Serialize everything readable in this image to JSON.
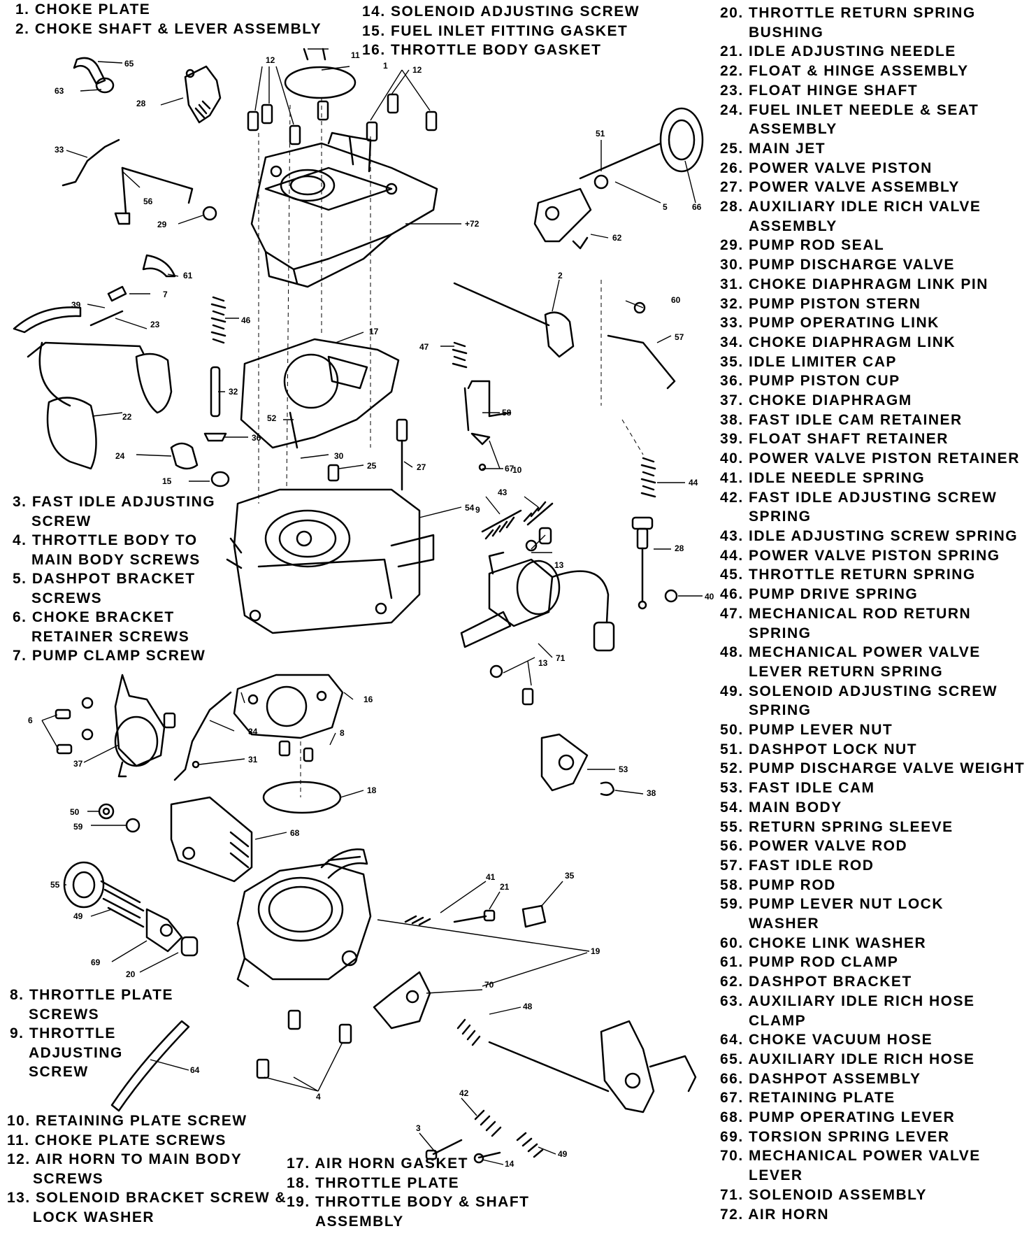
{
  "title_left_top": [
    {
      "num": "1.",
      "text": "CHOKE PLATE"
    },
    {
      "num": "2.",
      "text": "CHOKE SHAFT & LEVER ASSEMBLY"
    }
  ],
  "title_center_top": [
    {
      "num": "14.",
      "text": "SOLENOID ADJUSTING SCREW"
    },
    {
      "num": "15.",
      "text": "FUEL INLET FITTING GASKET"
    },
    {
      "num": "16.",
      "text": "THROTTLE BODY GASKET"
    }
  ],
  "left_mid": [
    {
      "num": "3.",
      "lines": [
        "FAST IDLE ADJUSTING",
        "SCREW"
      ]
    },
    {
      "num": "4.",
      "lines": [
        "THROTTLE BODY TO",
        "MAIN  BODY SCREWS"
      ]
    },
    {
      "num": "5.",
      "lines": [
        "DASHPOT BRACKET",
        "SCREWS"
      ]
    },
    {
      "num": "6.",
      "lines": [
        "CHOKE BRACKET",
        "RETAINER SCREWS"
      ]
    },
    {
      "num": "7.",
      "lines": [
        "PUMP CLAMP SCREW"
      ]
    }
  ],
  "left_low": [
    {
      "num": "8.",
      "lines": [
        "THROTTLE PLATE",
        "SCREWS"
      ]
    },
    {
      "num": "9.",
      "lines": [
        "THROTTLE",
        "ADJUSTING",
        "SCREW"
      ]
    }
  ],
  "left_bottom": [
    {
      "num": "10.",
      "lines": [
        "RETAINING PLATE SCREW"
      ]
    },
    {
      "num": "11.",
      "lines": [
        "CHOKE PLATE SCREWS"
      ]
    },
    {
      "num": "12.",
      "lines": [
        "AIR HORN TO MAIN BODY",
        "SCREWS"
      ]
    },
    {
      "num": "13.",
      "lines": [
        "SOLENOID BRACKET SCREW &",
        "LOCK WASHER"
      ]
    }
  ],
  "center_bottom": [
    {
      "num": "17.",
      "lines": [
        "AIR HORN GASKET"
      ]
    },
    {
      "num": "18.",
      "lines": [
        "THROTTLE PLATE"
      ]
    },
    {
      "num": "19.",
      "lines": [
        "THROTTLE BODY & SHAFT",
        "ASSEMBLY"
      ]
    }
  ],
  "right_column": [
    {
      "num": "20.",
      "lines": [
        "THROTTLE RETURN SPRING",
        "BUSHING"
      ]
    },
    {
      "num": "21.",
      "lines": [
        "IDLE ADJUSTING NEEDLE"
      ]
    },
    {
      "num": "22.",
      "lines": [
        "FLOAT & HINGE ASSEMBLY"
      ]
    },
    {
      "num": "23.",
      "lines": [
        "FLOAT HINGE SHAFT"
      ]
    },
    {
      "num": "24.",
      "lines": [
        "FUEL INLET NEEDLE & SEAT",
        "ASSEMBLY"
      ]
    },
    {
      "num": "25.",
      "lines": [
        "MAIN JET"
      ]
    },
    {
      "num": "26.",
      "lines": [
        "POWER VALVE PISTON"
      ]
    },
    {
      "num": "27.",
      "lines": [
        "POWER VALVE ASSEMBLY"
      ]
    },
    {
      "num": "28.",
      "lines": [
        "AUXILIARY IDLE RICH VALVE",
        "ASSEMBLY"
      ]
    },
    {
      "num": "29.",
      "lines": [
        "PUMP ROD SEAL"
      ]
    },
    {
      "num": "30.",
      "lines": [
        "PUMP DISCHARGE VALVE"
      ]
    },
    {
      "num": "31.",
      "lines": [
        "CHOKE DIAPHRAGM LINK PIN"
      ]
    },
    {
      "num": "32.",
      "lines": [
        "PUMP PISTON STERN"
      ]
    },
    {
      "num": "33.",
      "lines": [
        "PUMP OPERATING LINK"
      ]
    },
    {
      "num": "34.",
      "lines": [
        "CHOKE DIAPHRAGM LINK"
      ]
    },
    {
      "num": "35.",
      "lines": [
        "IDLE LIMITER CAP"
      ]
    },
    {
      "num": "36.",
      "lines": [
        "PUMP PISTON CUP"
      ]
    },
    {
      "num": "37.",
      "lines": [
        "CHOKE DIAPHRAGM"
      ]
    },
    {
      "num": "38.",
      "lines": [
        "FAST IDLE CAM RETAINER"
      ]
    },
    {
      "num": "39.",
      "lines": [
        "FLOAT SHAFT RETAINER"
      ]
    },
    {
      "num": "40.",
      "lines": [
        "POWER VALVE PISTON RETAINER"
      ]
    },
    {
      "num": "41.",
      "lines": [
        "IDLE NEEDLE SPRING"
      ]
    },
    {
      "num": "42.",
      "lines": [
        "FAST IDLE ADJUSTING SCREW",
        "SPRING"
      ]
    },
    {
      "num": "43.",
      "lines": [
        "IDLE ADJUSTING SCREW SPRING"
      ]
    },
    {
      "num": "44.",
      "lines": [
        "POWER VALVE PISTON SPRING"
      ]
    },
    {
      "num": "45.",
      "lines": [
        "THROTTLE RETURN SPRING"
      ]
    },
    {
      "num": "46.",
      "lines": [
        "PUMP DRIVE SPRING"
      ]
    },
    {
      "num": "47.",
      "lines": [
        "MECHANICAL ROD RETURN",
        "SPRING"
      ]
    },
    {
      "num": "48.",
      "lines": [
        "MECHANICAL POWER VALVE",
        "LEVER RETURN SPRING"
      ]
    },
    {
      "num": "49.",
      "lines": [
        "SOLENOID ADJUSTING SCREW",
        "SPRING"
      ]
    },
    {
      "num": "50.",
      "lines": [
        "PUMP LEVER NUT"
      ]
    },
    {
      "num": "51.",
      "lines": [
        "DASHPOT LOCK NUT"
      ]
    },
    {
      "num": "52.",
      "lines": [
        "PUMP DISCHARGE VALVE WEIGHT"
      ]
    },
    {
      "num": "53.",
      "lines": [
        "FAST IDLE CAM"
      ]
    },
    {
      "num": "54.",
      "lines": [
        "MAIN BODY"
      ]
    },
    {
      "num": "55.",
      "lines": [
        "RETURN SPRING SLEEVE"
      ]
    },
    {
      "num": "56.",
      "lines": [
        "POWER VALVE ROD"
      ]
    },
    {
      "num": "57.",
      "lines": [
        "FAST IDLE ROD"
      ]
    },
    {
      "num": "58.",
      "lines": [
        "PUMP ROD"
      ]
    },
    {
      "num": "59.",
      "lines": [
        "PUMP LEVER NUT LOCK",
        "WASHER"
      ]
    },
    {
      "num": "60.",
      "lines": [
        "CHOKE LINK WASHER"
      ]
    },
    {
      "num": "61.",
      "lines": [
        "PUMP ROD CLAMP"
      ]
    },
    {
      "num": "62.",
      "lines": [
        "DASHPOT BRACKET"
      ]
    },
    {
      "num": "63.",
      "lines": [
        "AUXILIARY IDLE RICH HOSE",
        "CLAMP"
      ]
    },
    {
      "num": "64.",
      "lines": [
        "CHOKE VACUUM HOSE"
      ]
    },
    {
      "num": "65.",
      "lines": [
        "AUXILIARY IDLE RICH HOSE"
      ]
    },
    {
      "num": "66.",
      "lines": [
        "DASHPOT ASSEMBLY"
      ]
    },
    {
      "num": "67.",
      "lines": [
        "RETAINING PLATE"
      ]
    },
    {
      "num": "68.",
      "lines": [
        "PUMP OPERATING LEVER"
      ]
    },
    {
      "num": "69.",
      "lines": [
        "TORSION SPRING LEVER"
      ]
    },
    {
      "num": "70.",
      "lines": [
        "MECHANICAL POWER VALVE",
        "LEVER"
      ]
    },
    {
      "num": "71.",
      "lines": [
        "SOLENOID ASSEMBLY"
      ]
    },
    {
      "num": "72.",
      "lines": [
        "AIR HORN"
      ]
    }
  ],
  "callouts": [
    "65",
    "63",
    "28",
    "33",
    "56",
    "29",
    "61",
    "7",
    "39",
    "23",
    "22",
    "24",
    "15",
    "46",
    "32",
    "36",
    "52",
    "17",
    "30",
    "25",
    "27",
    "47",
    "58",
    "67",
    "10",
    "12",
    "11",
    "1",
    "72",
    "51",
    "5",
    "66",
    "62",
    "2",
    "60",
    "57",
    "44",
    "28",
    "40",
    "54",
    "9",
    "43",
    "13",
    "71",
    "13",
    "6",
    "37",
    "16",
    "34",
    "31",
    "8",
    "18",
    "53",
    "38",
    "50",
    "59",
    "68",
    "55",
    "49",
    "69",
    "20",
    "41",
    "21",
    "35",
    "19",
    "70",
    "48",
    "64",
    "4",
    "42",
    "3",
    "14",
    "49"
  ]
}
